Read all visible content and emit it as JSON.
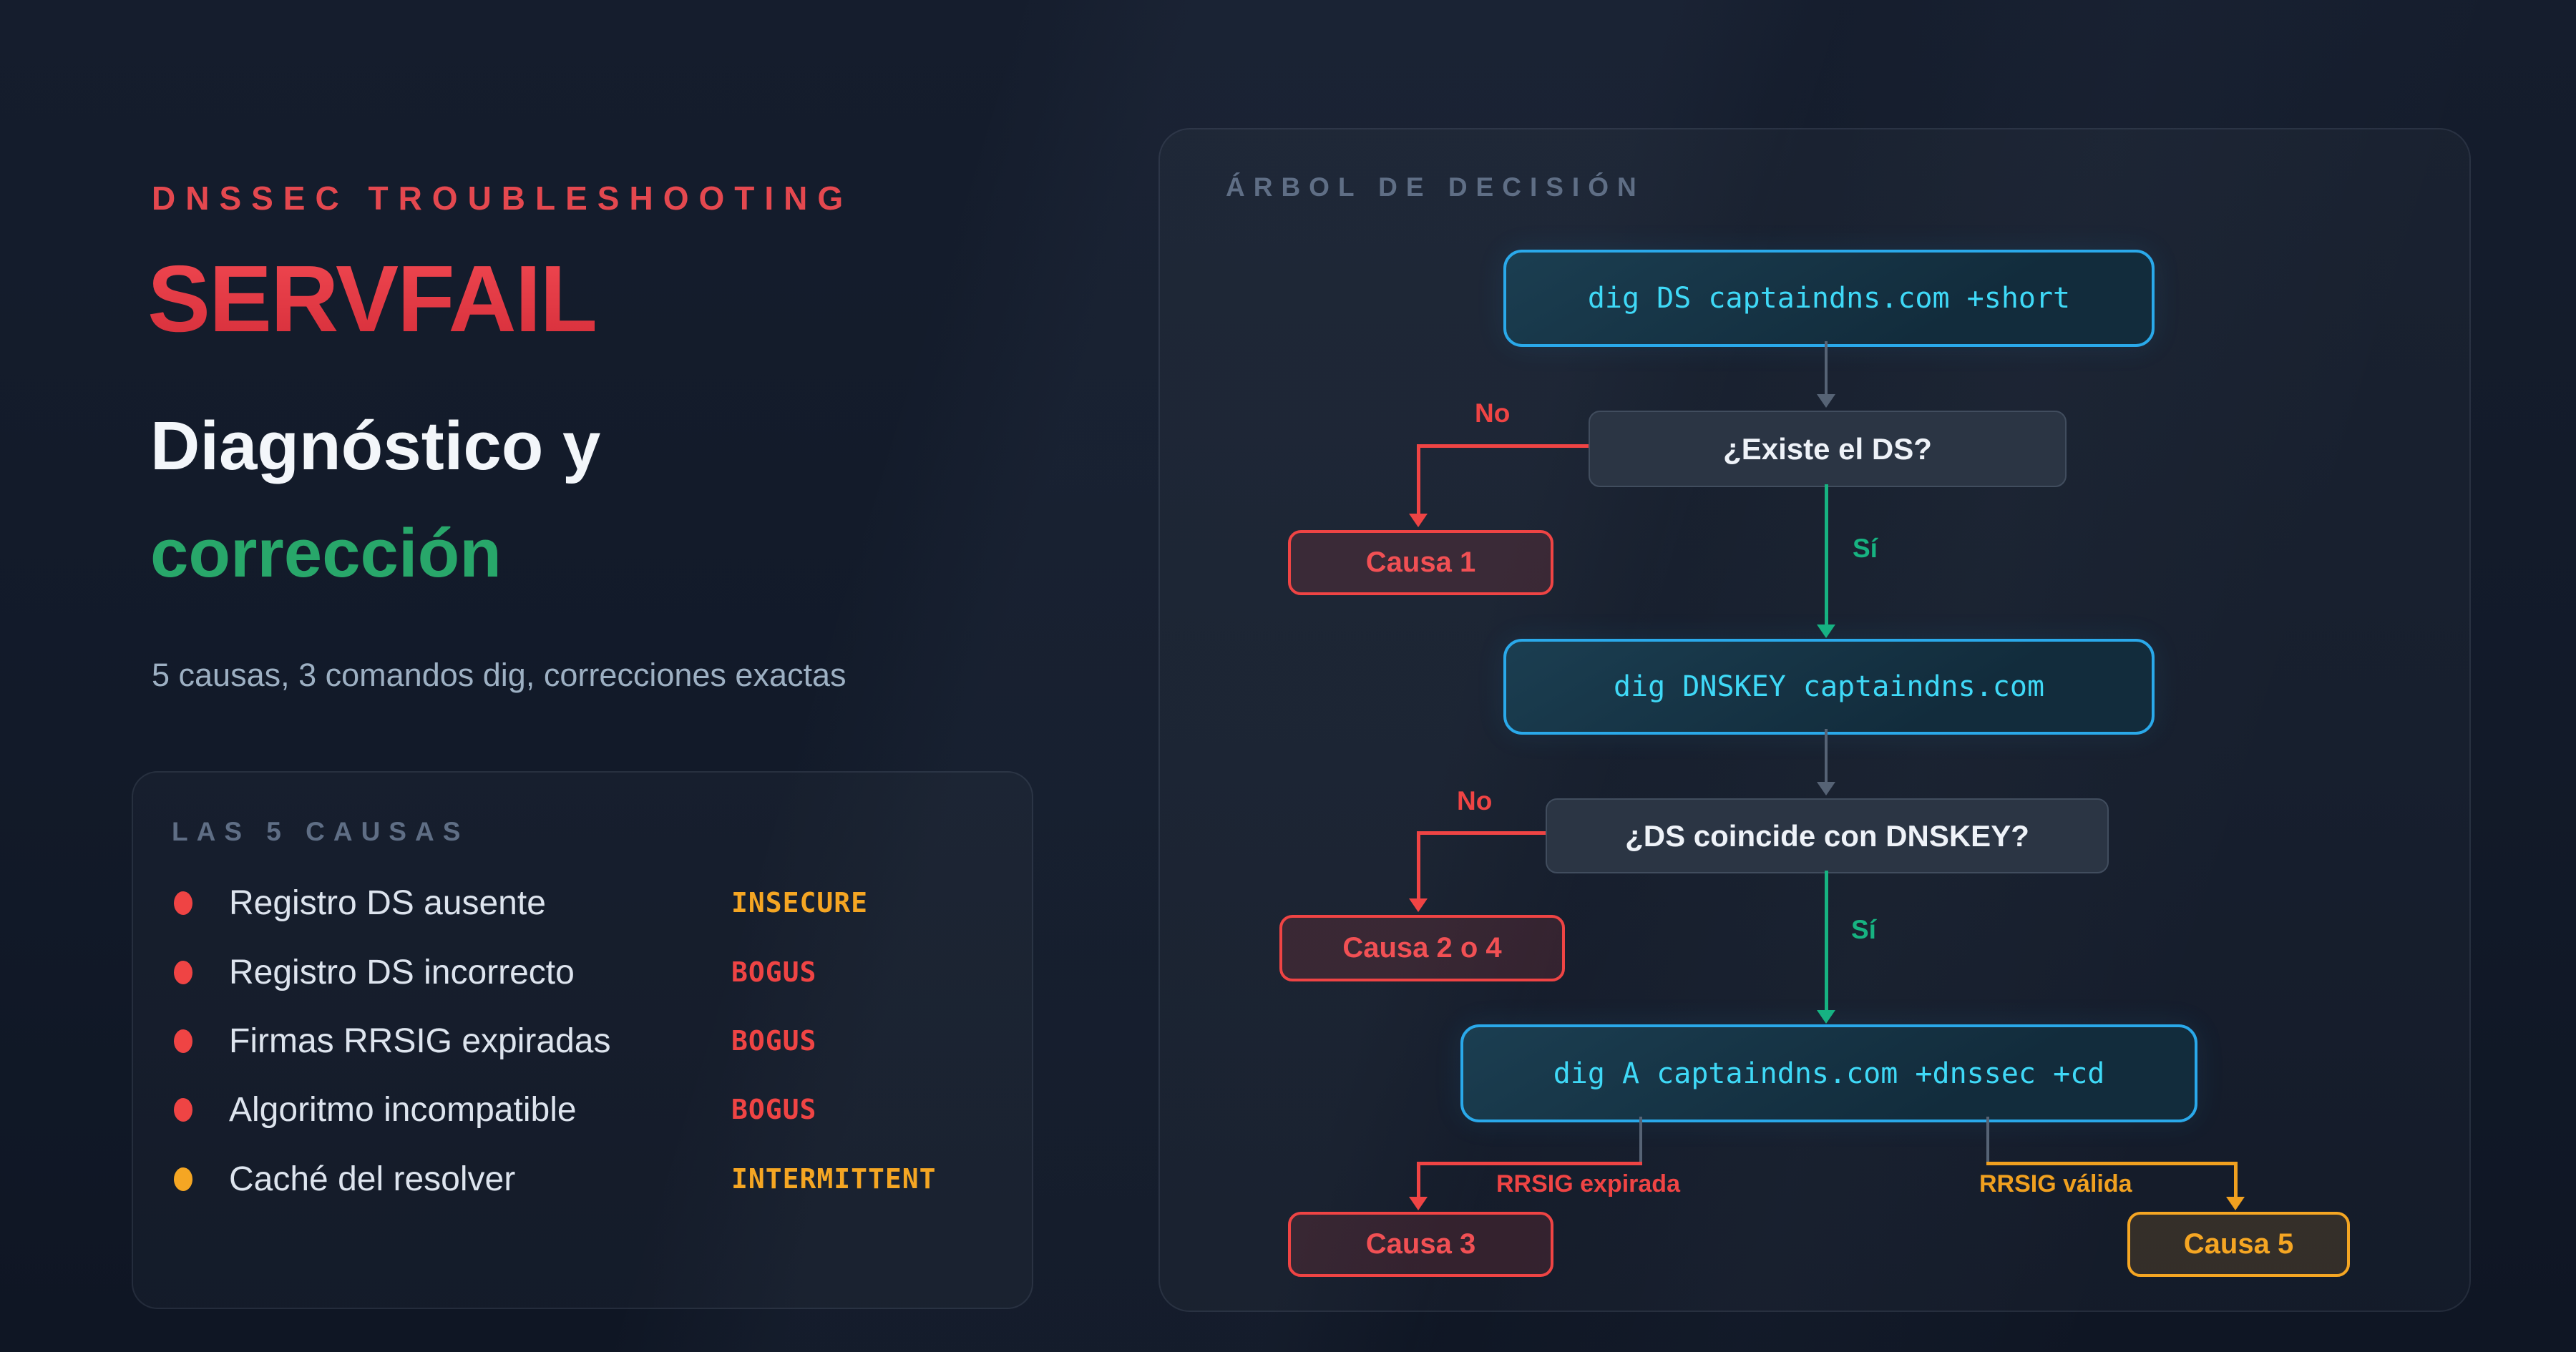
{
  "hero": {
    "kicker": "DNSSEC TROUBLESHOOTING",
    "title": "SERVFAIL",
    "subtitle_line1": "Diagnóstico y",
    "subtitle_line2": "corrección",
    "tagline": "5 causas, 3 comandos dig, correcciones exactas"
  },
  "causes_panel": {
    "header": "LAS 5 CAUSAS",
    "items": [
      {
        "label": "Registro DS ausente",
        "badge": "INSECURE"
      },
      {
        "label": "Registro DS incorrecto",
        "badge": "BOGUS"
      },
      {
        "label": "Firmas RRSIG expiradas",
        "badge": "BOGUS"
      },
      {
        "label": "Algoritmo incompatible",
        "badge": "BOGUS"
      },
      {
        "label": "Caché del resolver",
        "badge": "INTERMITTENT"
      }
    ]
  },
  "tree_panel": {
    "header": "ÁRBOL DE DECISIÓN",
    "nodes": {
      "cmd1": "dig DS captaindns.com +short",
      "q1": "¿Existe el DS?",
      "causa1": "Causa 1",
      "cmd2": "dig DNSKEY captaindns.com",
      "q2": "¿DS coincide con DNSKEY?",
      "causa24": "Causa 2 o 4",
      "cmd3": "dig A captaindns.com +dnssec +cd",
      "causa3": "Causa 3",
      "causa5": "Causa 5"
    },
    "labels": {
      "no1": "No",
      "si1": "Sí",
      "no2": "No",
      "si2": "Sí",
      "rrsig_expired": "RRSIG expirada",
      "rrsig_valid": "RRSIG válida"
    }
  },
  "colors": {
    "background": "#121a29",
    "accent_red": "#ef4444",
    "accent_green": "#17b381",
    "accent_cyan_border": "#2aa9ea",
    "accent_cyan_text": "#3fd9f7",
    "accent_orange": "#f5a623",
    "heading_red": "#e4484f",
    "heading_green": "#28a76a",
    "muted_header": "#5f6e85",
    "connector_gray": "#566375"
  }
}
